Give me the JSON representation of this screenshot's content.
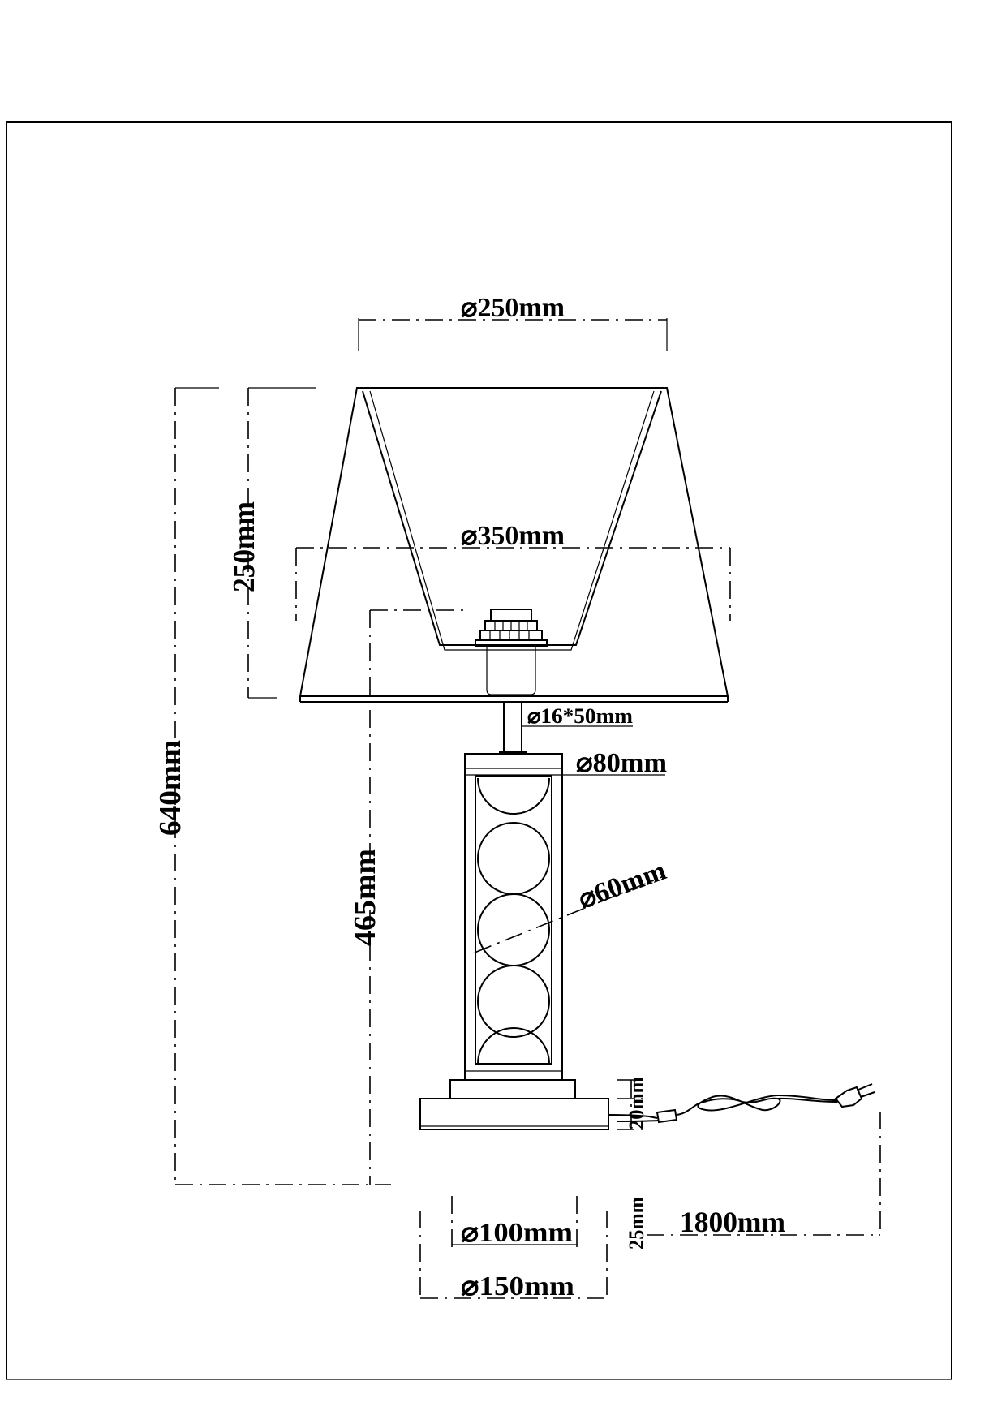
{
  "dimensions": {
    "shade_top_diameter": "⌀250mm",
    "shade_bottom_diameter": "⌀350mm",
    "shade_height": "250mm",
    "total_height": "640mm",
    "base_to_socket_height": "465mm",
    "stem_size": "⌀16*50mm",
    "column_diameter": "⌀80mm",
    "ball_diameter": "⌀60mm",
    "plinth_height": "20mm",
    "base_height": "25mm",
    "cable_length": "1800mm",
    "plinth_diameter": "⌀100mm",
    "base_diameter": "⌀150mm"
  }
}
